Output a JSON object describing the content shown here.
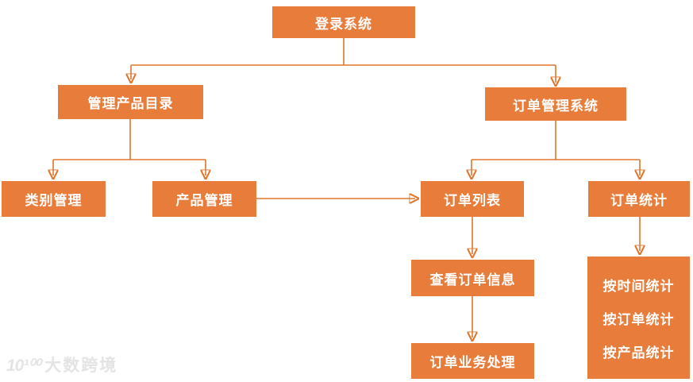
{
  "colors": {
    "node_fill": "#E87D3B",
    "node_text": "#FFFFFF",
    "connector": "#E0762D",
    "background": "#FFFFFF",
    "watermark_text": "#E4E4E4"
  },
  "diagram": {
    "type": "flowchart",
    "direction": "top-down",
    "nodes": {
      "login": {
        "label": "登录系统"
      },
      "catalog": {
        "label": "管理产品目录"
      },
      "order_system": {
        "label": "订单管理系统"
      },
      "category_mgmt": {
        "label": "类别管理"
      },
      "product_mgmt": {
        "label": "产品管理"
      },
      "order_list": {
        "label": "订单列表"
      },
      "order_stats": {
        "label": "订单统计"
      },
      "view_order_info": {
        "label": "查看订单信息"
      },
      "order_processing": {
        "label": "订单业务处理"
      },
      "stats_detail": {
        "line1": "按时间统计",
        "line2": "按订单统计",
        "line3": "按产品统计"
      }
    },
    "edges": [
      {
        "from": "login",
        "to": "catalog"
      },
      {
        "from": "login",
        "to": "order_system"
      },
      {
        "from": "catalog",
        "to": "category_mgmt"
      },
      {
        "from": "catalog",
        "to": "product_mgmt"
      },
      {
        "from": "order_system",
        "to": "order_list"
      },
      {
        "from": "order_system",
        "to": "order_stats"
      },
      {
        "from": "product_mgmt",
        "to": "order_list"
      },
      {
        "from": "order_list",
        "to": "view_order_info"
      },
      {
        "from": "view_order_info",
        "to": "order_processing"
      },
      {
        "from": "order_stats",
        "to": "stats_detail"
      }
    ]
  },
  "watermark": {
    "logo_text": "10¹⁰⁰",
    "brand_text": "大数跨境"
  }
}
